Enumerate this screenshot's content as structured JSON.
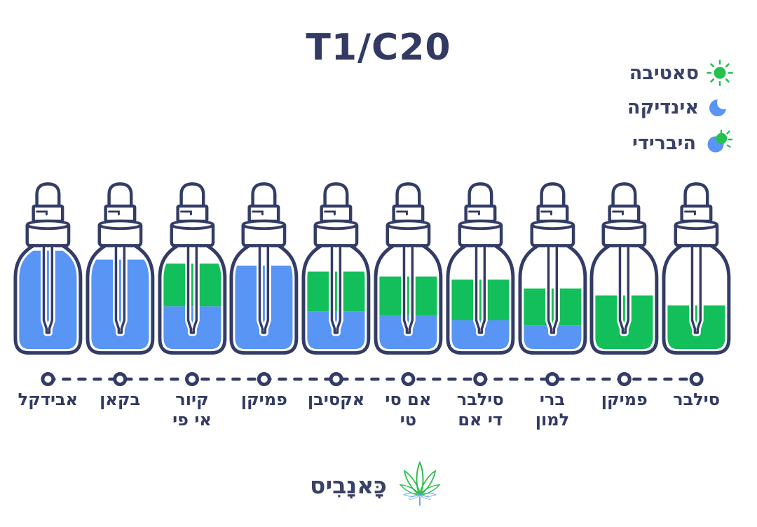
{
  "title": "T1/C20",
  "colors": {
    "navy": "#333C66",
    "indica_blue": "#5895F4",
    "sativa_green": "#13BF5A",
    "legend_green": "#24C14E",
    "leaf_green": "#2CBE4E",
    "leaf_blue": "#64A1F4"
  },
  "legend": {
    "items": [
      {
        "label": "סאטיבה",
        "icon": "sun-icon"
      },
      {
        "label": "אינדיקה",
        "icon": "moon-icon"
      },
      {
        "label": "היברידי",
        "icon": "hybrid-icon"
      }
    ]
  },
  "bottles": [
    {
      "label": "אבידקל",
      "blue_pct": 99,
      "green_pct": 0
    },
    {
      "label": "בקאן",
      "blue_pct": 90,
      "green_pct": 0
    },
    {
      "label": "קיור\nאי פי",
      "blue_pct": 43,
      "green_pct": 43
    },
    {
      "label": "פמיקן",
      "blue_pct": 84,
      "green_pct": 0
    },
    {
      "label": "אקסיבן",
      "blue_pct": 38,
      "green_pct": 40
    },
    {
      "label": "אם סי\nטי",
      "blue_pct": 34,
      "green_pct": 39
    },
    {
      "label": "סילבר\nדי אם",
      "blue_pct": 29,
      "green_pct": 41
    },
    {
      "label": "ברי\nלמון",
      "blue_pct": 24,
      "green_pct": 37
    },
    {
      "label": "פמיקן",
      "blue_pct": 0,
      "green_pct": 54
    },
    {
      "label": "סילבר",
      "blue_pct": 0,
      "green_pct": 44
    }
  ],
  "brand": {
    "name": "כָּאנָבִיס",
    "icon": "cannabis-leaf-icon"
  },
  "chart_data": {
    "type": "bar",
    "subtype": "stacked dropper-bottle infographic",
    "title": "T1/C20",
    "categories": [
      "אבידקל",
      "בקאן",
      "קיור אי פי",
      "פמיקן",
      "אקסיבן",
      "אם סי טי",
      "סילבר די אם",
      "ברי למון",
      "פמיקן",
      "סילבר"
    ],
    "series": [
      {
        "name": "אינדיקה",
        "color": "#5895F4",
        "values": [
          99,
          90,
          43,
          84,
          38,
          34,
          29,
          24,
          0,
          0
        ]
      },
      {
        "name": "סאטיבה",
        "color": "#13BF5A",
        "values": [
          0,
          0,
          43,
          0,
          40,
          39,
          41,
          37,
          54,
          44
        ]
      }
    ],
    "total_fill_pct": [
      99,
      90,
      86,
      84,
      78,
      73,
      70,
      61,
      54,
      44
    ],
    "ylim": [
      0,
      100
    ],
    "units": "percent of bottle filled",
    "legend_position": "top-right",
    "legend_entries": [
      "סאטיבה (sun)",
      "אינדיקה (moon)",
      "היברידי (sun+moon)"
    ]
  }
}
